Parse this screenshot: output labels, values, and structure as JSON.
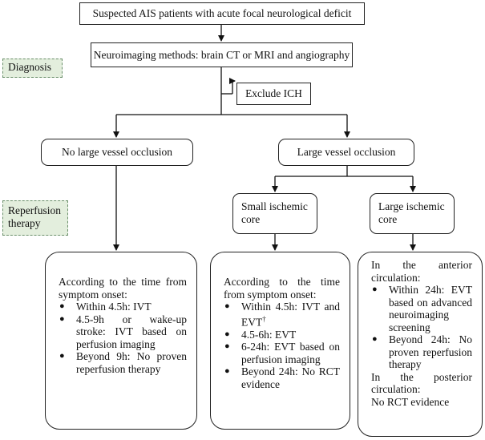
{
  "top": "Suspected AIS patients with acute focal neurological deficit",
  "imaging": "Neuroimaging methods: brain CT or MRI and angiography",
  "exclude": "Exclude ICH",
  "labels": {
    "diagnosis": "Diagnosis",
    "reperfusion": "Reperfusion therapy"
  },
  "no_lvo": "No large vessel occlusion",
  "lvo": "Large vessel occlusion",
  "small_core": "Small ischemic core",
  "large_core": "Large ischemic core",
  "left_panel": {
    "intro": "According to the time from symptom onset:",
    "items": [
      "Within 4.5h: IVT",
      "4.5-9h or wake-up stroke: IVT based on perfusion imaging",
      "Beyond 9h: No proven reperfusion therapy"
    ]
  },
  "middle_panel": {
    "intro": "According to the time from symptom onset:",
    "item0_text": "Within 4.5h: IVT and EVT",
    "item0_sup": "†",
    "items": [
      "4.5-6h: EVT",
      "6-24h: EVT based on perfusion imaging",
      "Beyond 24h: No RCT evidence"
    ]
  },
  "right_panel": {
    "anterior": "In the anterior circulation:",
    "items": [
      "Within 24h: EVT based on advanced neuroimaging screening",
      "Beyond 24h: No proven reperfusion therapy"
    ],
    "posterior": "In the posterior circulation:",
    "posterior_note": "No RCT evidence"
  }
}
